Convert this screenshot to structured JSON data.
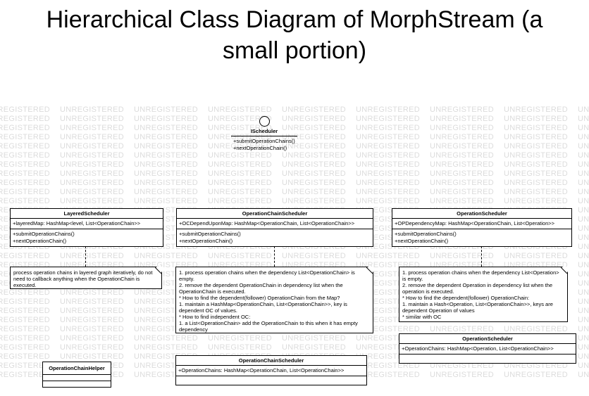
{
  "title_lines": [
    "Hierarchical Class Diagram of MorphStream (a",
    "small portion)"
  ],
  "watermark_text": "UNREGISTERED",
  "interface": {
    "name": "IScheduler",
    "operations": [
      "+submitOperationChains()",
      "+nextOperationChain()"
    ]
  },
  "classes": {
    "layered": {
      "name": "LayeredScheduler",
      "attributes": [
        "+layeredMap: HashMap<level, List<OperationChain>>"
      ],
      "operations": [
        "+submitOperationChains()",
        "+nextOperationChain()"
      ]
    },
    "ocs": {
      "name": "OperationChainScheduler",
      "attributes": [
        "+OCDependUponMap: HashMap<OperationChain, List<OperationChain>>"
      ],
      "operations": [
        "+submitOperationChains()",
        "+nextOperationChain()"
      ]
    },
    "ops": {
      "name": "OperationScheduler",
      "attributes": [
        "+OPDependencyMap: HashMap<OperationChain, List<Operation>>"
      ],
      "operations": [
        "+submitOperationChains()",
        "+nextOperationChain()"
      ]
    },
    "ops2": {
      "name": "OperationScheduler",
      "attributes": [
        "+OperationChains: HashMap<Operation, List<OperationChain>>"
      ]
    },
    "ocs2": {
      "name": "OperationChainScheduler",
      "attributes": [
        "+OperationChains: HashMap<OperationChain, List<OperationChain>>"
      ]
    },
    "helper": {
      "name": "OperationChainHelper"
    }
  },
  "notes": {
    "layered": [
      "process operation chains in layered graph iteratively, do not need to callback anything when the OperationChain is executed."
    ],
    "ocs": [
      "1. process operation chains when the dependency List<OperationChain> is empty.",
      "2. remove the dependent OperationChain in dependency list when the OperationChain is executed.",
      "* How to find the dependent(follower) OperationChain from the Map?",
      "1. maintain a HashMap<OperationChain, List<OperationChain>>, key is dependent OC of values.",
      "* How to find independent OC:",
      "1. a List<OperationChain> add the OperationChain to this when it has empty dependency"
    ],
    "ops": [
      "1. process operation chains when the dependency List<Operation> is empty.",
      "2. remove the dependent Operation in dependency list when the operation is executed.",
      "* How to find the dependent(follower) OperationChain:",
      "1. maintain a Hash<Operation, List<OperationChain>>, keys are dependent Operation of values",
      "* similar with OC"
    ]
  }
}
